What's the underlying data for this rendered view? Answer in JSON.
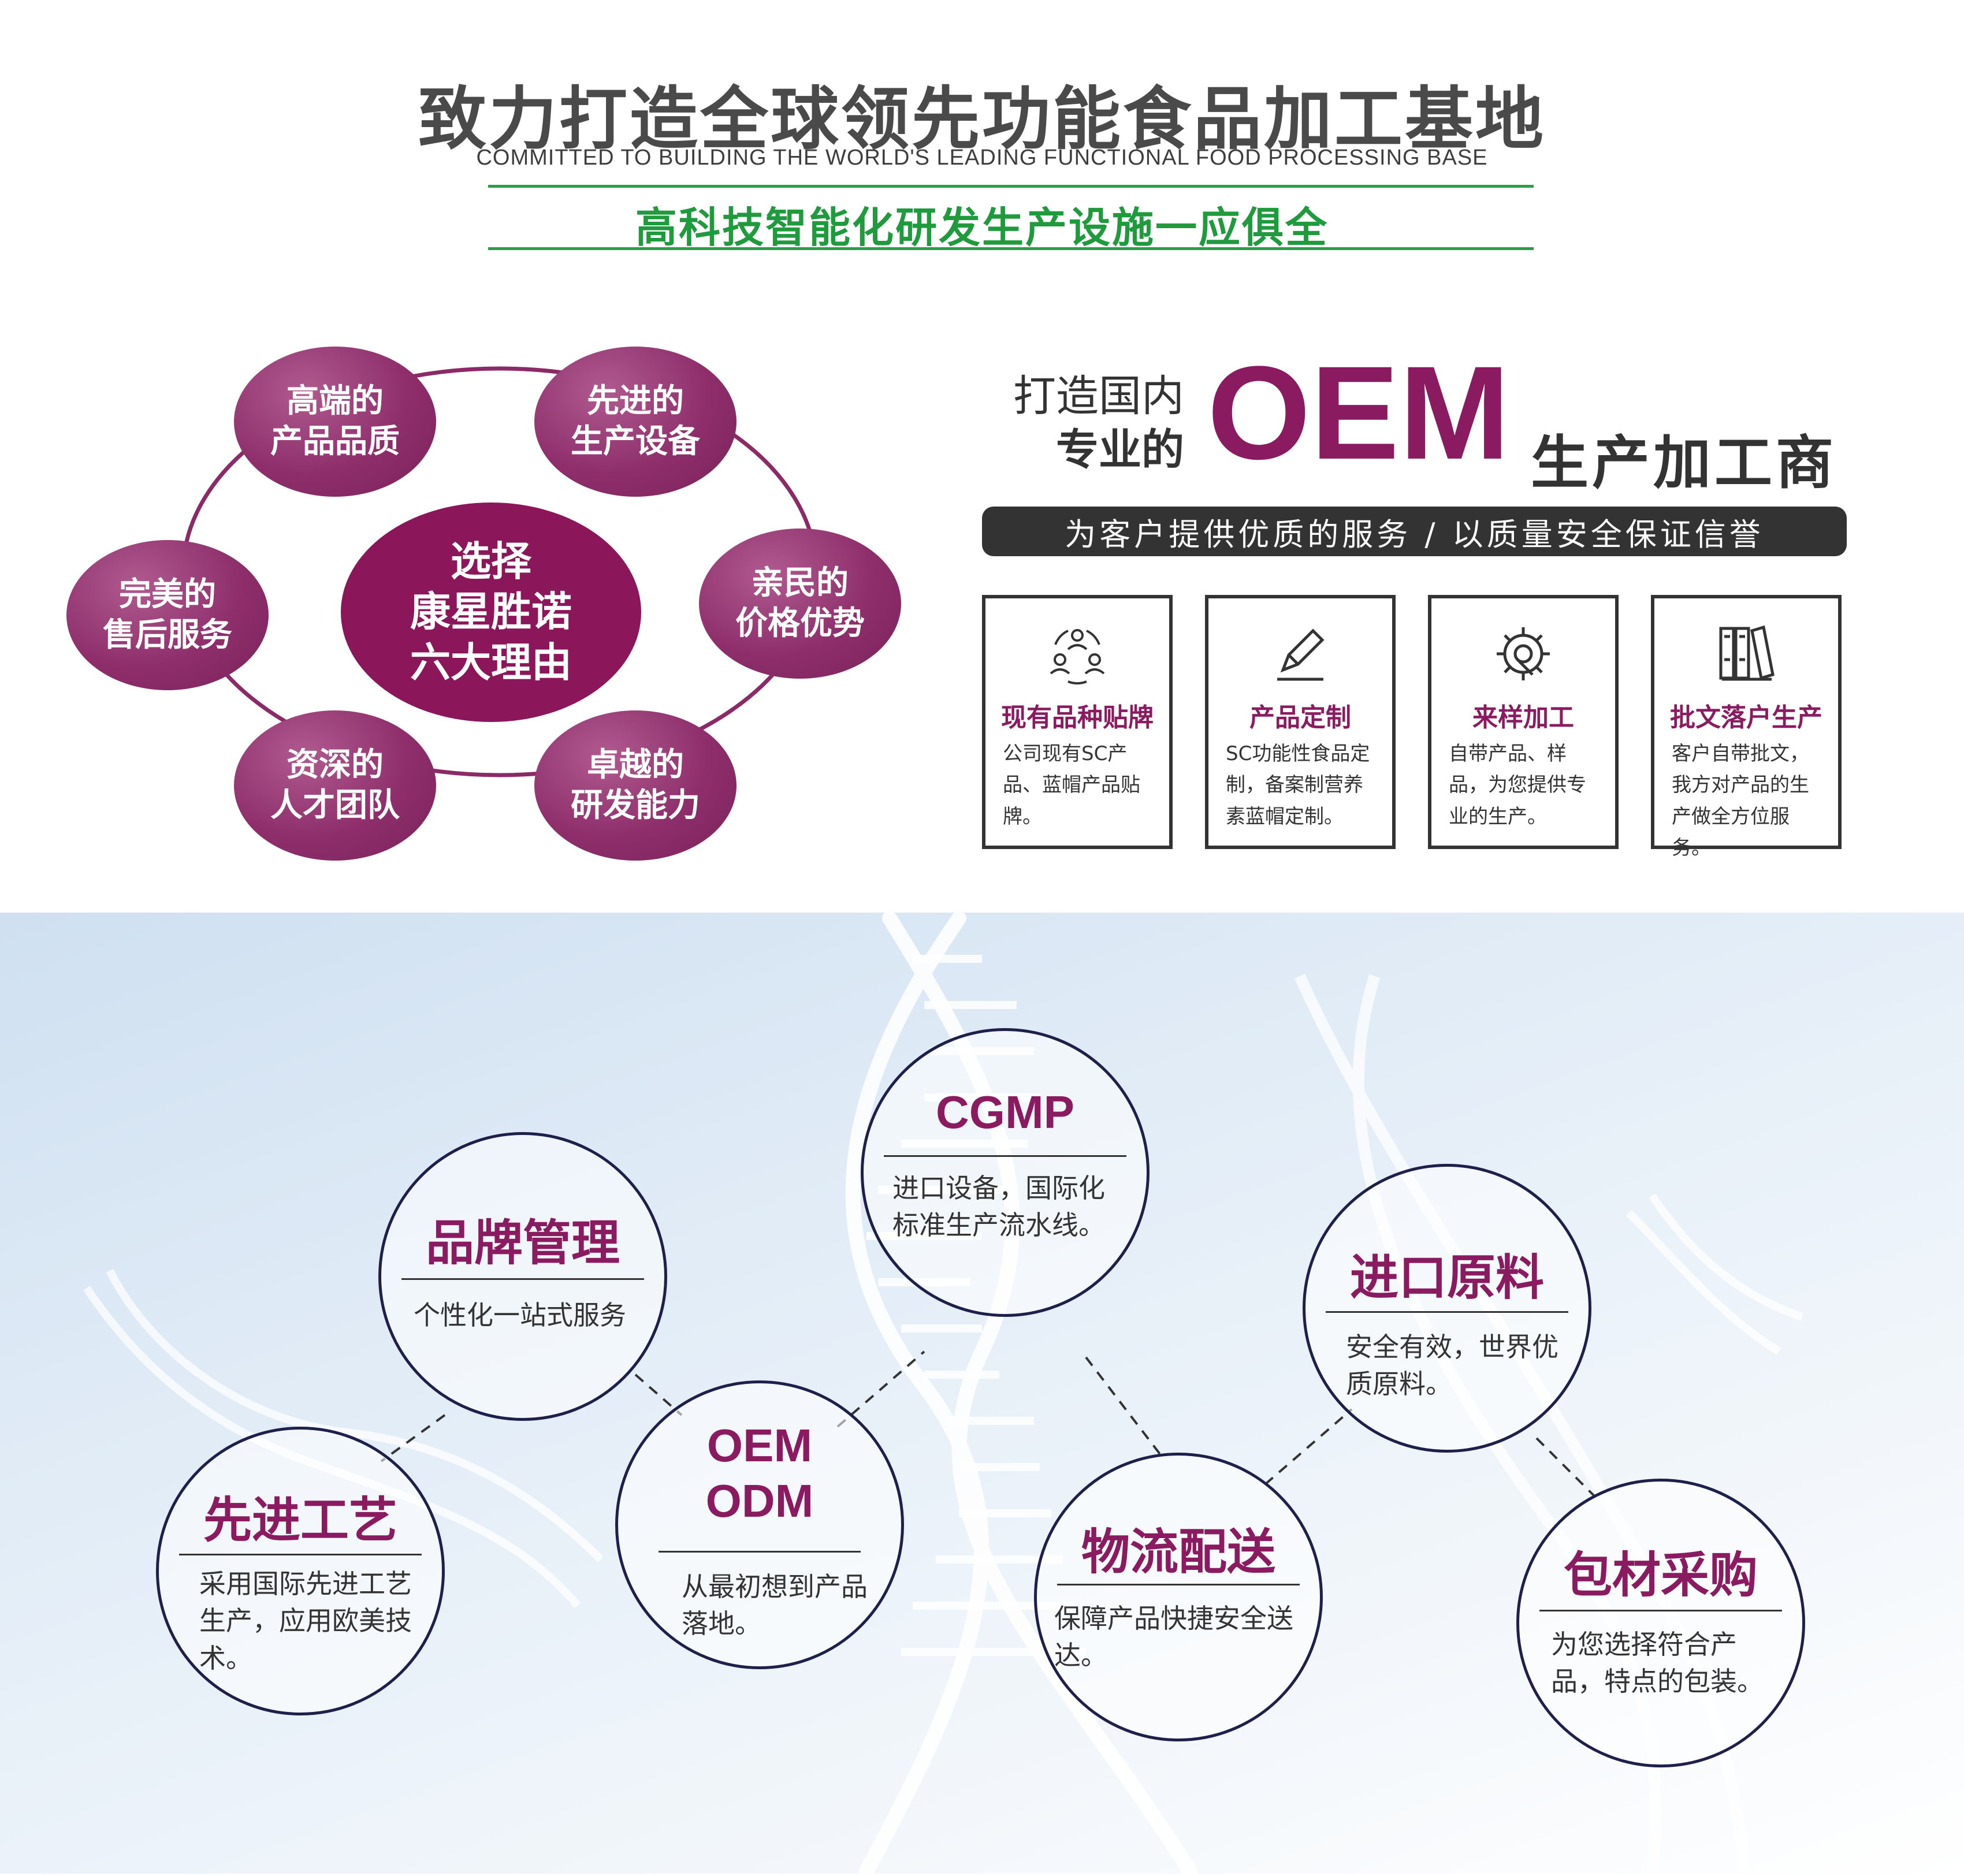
{
  "header": {
    "title_cn": "致力打造全球领先功能食品加工基地",
    "title_en": "COMMITTED TO BUILDING THE WORLD'S LEADING FUNCTIONAL FOOD PROCESSING BASE",
    "subtitle": "高科技智能化研发生产设施一应俱全"
  },
  "reasons": {
    "center": [
      "选择",
      "康星胜诺",
      "六大理由"
    ],
    "items": [
      [
        "高端的",
        "产品品质"
      ],
      [
        "先进的",
        "生产设备"
      ],
      [
        "亲民的",
        "价格优势"
      ],
      [
        "卓越的",
        "研发能力"
      ],
      [
        "资深的",
        "人才团队"
      ],
      [
        "完美的",
        "售后服务"
      ]
    ]
  },
  "oem": {
    "left_line1": "打造国内",
    "left_line2": "专业的",
    "big": "OEM",
    "right": "生产加工商",
    "bar": "为客户提供优质的服务 / 以质量安全保证信誉",
    "cards": [
      {
        "icon": "people-cycle-icon",
        "title": "现有品种贴牌",
        "desc": "公司现有SC产品、蓝帽产品贴牌。"
      },
      {
        "icon": "pen-icon",
        "title": "产品定制",
        "desc": "SC功能性食品定制，备案制营养素蓝帽定制。"
      },
      {
        "icon": "gear-wrench-icon",
        "title": "来样加工",
        "desc": "自带产品、样品，为您提供专业的生产。"
      },
      {
        "icon": "binders-icon",
        "title": "批文落户生产",
        "desc": "客户自带批文，我方对产品的生产做全方位服务。"
      }
    ]
  },
  "services": [
    {
      "title": "品牌管理",
      "desc": "个性化一站式服务"
    },
    {
      "title": "CGMP",
      "desc": "进口设备，国际化标准生产流水线。"
    },
    {
      "title": "进口原料",
      "desc": "安全有效，世界优质原料。"
    },
    {
      "title": "先进工艺",
      "desc": "采用国际先进工艺生产，应用欧美技术。"
    },
    {
      "title": "OEM\nODM",
      "desc": "从最初想到产品落地。"
    },
    {
      "title": "物流配送",
      "desc": "保障产品快捷安全送达。"
    },
    {
      "title": "包材采购",
      "desc": "为您选择符合产品，特点的包装。"
    }
  ],
  "colors": {
    "accent": "#8a1b60",
    "green": "#2c9e47",
    "dark": "#333333",
    "navy": "#1f1f4c"
  }
}
